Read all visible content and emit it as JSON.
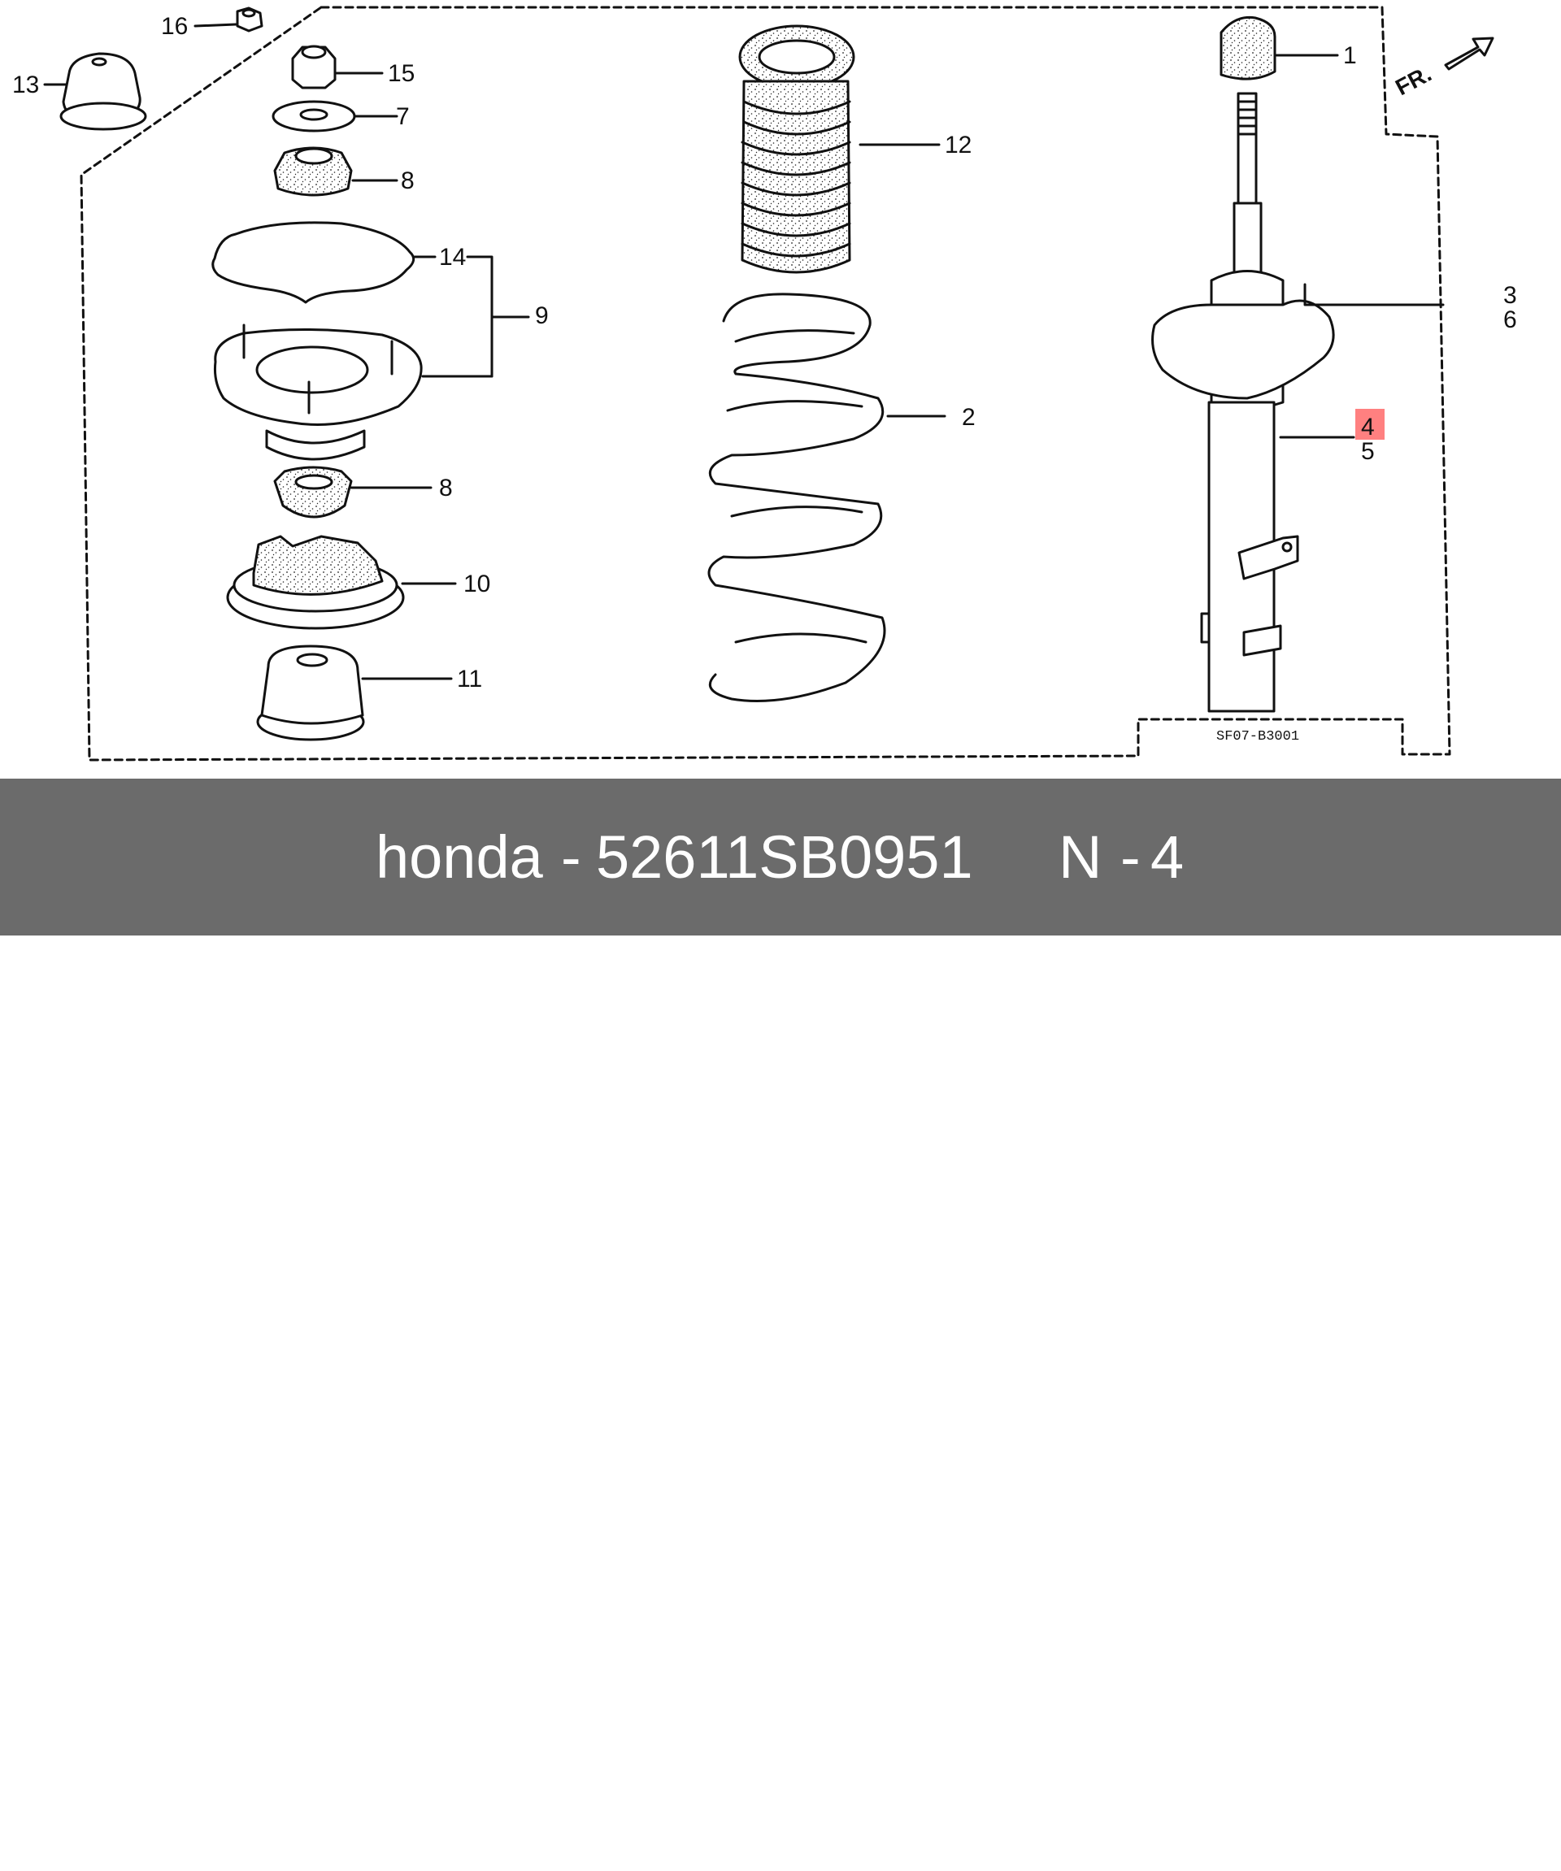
{
  "diagram": {
    "front_indicator": "FR.",
    "diagram_code": "SF07-B3001",
    "highlight_color": "#ff8080",
    "callouts": {
      "c1": "1",
      "c2": "2",
      "c3": "3",
      "c4": "4",
      "c5": "5",
      "c6": "6",
      "c7": "7",
      "c8a": "8",
      "c8b": "8",
      "c9": "9",
      "c10": "10",
      "c11": "11",
      "c12": "12",
      "c13": "13",
      "c14": "14",
      "c15": "15",
      "c16": "16"
    },
    "highlighted_callout": "4"
  },
  "footer": {
    "brand": "honda",
    "separator": "-",
    "part_number": "52611SB0951",
    "ref_prefix": "N",
    "ref_separator": "-",
    "ref_number": "4",
    "background_color": "#6b6b6b"
  }
}
